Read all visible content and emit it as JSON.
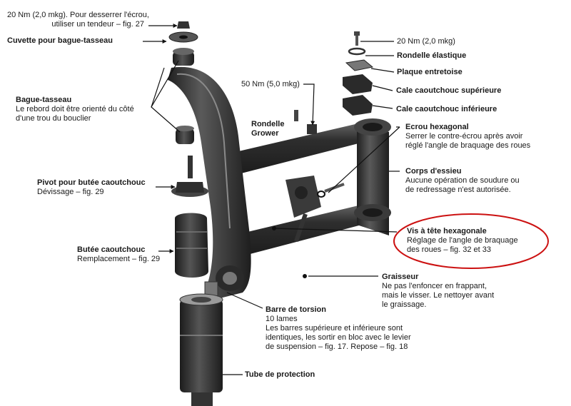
{
  "labels": {
    "top_torque": [
      "20 Nm (2,0 mkg). Pour desserrer l'écrou,",
      "utiliser un tendeur – fig. 27"
    ],
    "cuvette": "Cuvette pour bague-tasseau",
    "bague_title": "Bague-tasseau",
    "bague_desc": [
      "Le rebord doit être orienté du côté",
      "d'une trou du bouclier"
    ],
    "pivot_title": "Pivot pour butée caoutchouc",
    "pivot_desc": "Dévissage – fig. 29",
    "butee_title": "Butée caoutchouc",
    "butee_desc": "Remplacement – fig. 29",
    "torque_50": "50 Nm (5,0 mkg)",
    "rondelle_grower": [
      "Rondelle",
      "Grower"
    ],
    "torque_20_right": "20 Nm (2,0 mkg)",
    "rondelle_elastique": "Rondelle élastique",
    "plaque": "Plaque entretoise",
    "cale_sup": "Cale caoutchouc supérieure",
    "cale_inf": "Cale caoutchouc inférieure",
    "ecrou_title": "Ecrou hexagonal",
    "ecrou_desc": [
      "Serrer le contre-écrou après avoir",
      "réglé l'angle de braquage des roues"
    ],
    "corps_title": "Corps d'essieu",
    "corps_desc": [
      "Aucune opération de soudure ou",
      "de redressage n'est autorisée."
    ],
    "vis_title": "Vis à tête hexagonale",
    "vis_desc": [
      "Réglage de l'angle de braquage",
      "des roues – fig. 32 et 33"
    ],
    "graisseur_title": "Graisseur",
    "graisseur_desc": [
      "Ne pas l'enfoncer en frappant,",
      "mais le visser. Le nettoyer avant",
      "le graissage."
    ],
    "barre_title": "Barre de torsion",
    "barre_desc": [
      "10 lames",
      "Les barres supérieure et inférieure sont",
      "identiques, les sortir en bloc avec le levier",
      "de suspension – fig. 17. Repose – fig. 18"
    ],
    "tube": "Tube de protection"
  },
  "colors": {
    "metal_dark": "#2b2b2b",
    "metal_mid": "#555555",
    "rubber": "#3a3a3a",
    "highlight": "#cc1111",
    "leader": "#111111"
  }
}
